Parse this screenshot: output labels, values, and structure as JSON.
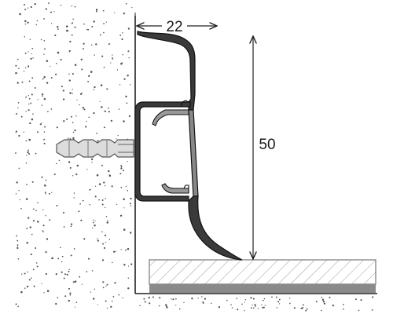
{
  "dimensions": {
    "depth": {
      "value": "22"
    },
    "height": {
      "value": "50"
    }
  },
  "colors": {
    "profile_fill": "#3a3a3a",
    "profile_stroke": "#111111",
    "wall_speckle": "#555555",
    "floor_stroke": "#8a8a8a",
    "floor_base": "#8a8a8a",
    "dowel_fill": "#d9d9d9",
    "line": "#222222"
  },
  "parts": {
    "wall": "wall-surface",
    "profile": "skirting-profile",
    "fastener": "wall-dowel",
    "floor": "floor-board"
  }
}
